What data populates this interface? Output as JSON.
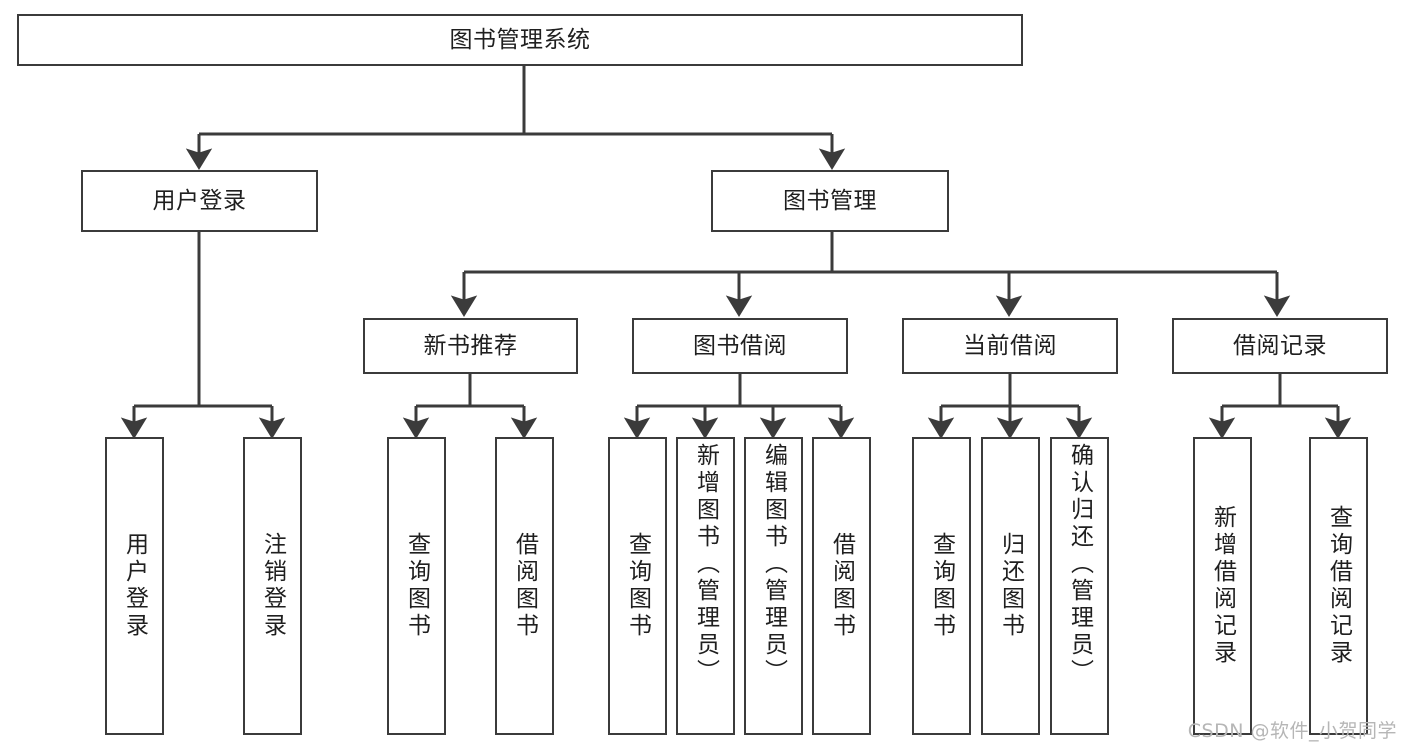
{
  "diagram": {
    "title_node": {
      "label": "图书管理系统"
    },
    "level2": [
      {
        "label": "用户登录"
      },
      {
        "label": "图书管理"
      }
    ],
    "level3": [
      {
        "label": "新书推荐"
      },
      {
        "label": "图书借阅"
      },
      {
        "label": "当前借阅"
      },
      {
        "label": "借阅记录"
      }
    ],
    "leaves": {
      "user_login": [
        {
          "label": "用户登录"
        },
        {
          "label": "注销登录"
        }
      ],
      "new_book_recommend": [
        {
          "label": "查询图书"
        },
        {
          "label": "借阅图书"
        }
      ],
      "book_borrow": [
        {
          "label": "查询图书"
        },
        {
          "label": "新增图书（管理员）"
        },
        {
          "label": "编辑图书（管理员）"
        },
        {
          "label": "借阅图书"
        }
      ],
      "current_borrow": [
        {
          "label": "查询图书"
        },
        {
          "label": "归还图书"
        },
        {
          "label": "确认归还（管理员）"
        }
      ],
      "borrow_record": [
        {
          "label": "新增借阅记录"
        },
        {
          "label": "查询借阅记录"
        }
      ]
    }
  },
  "watermark": {
    "text": "CSDN @软件_小贺同学"
  },
  "colors": {
    "stroke": "#3b3b3b",
    "text": "#1f1f1f",
    "background": "#ffffff",
    "watermark": "#b6b6b6"
  }
}
